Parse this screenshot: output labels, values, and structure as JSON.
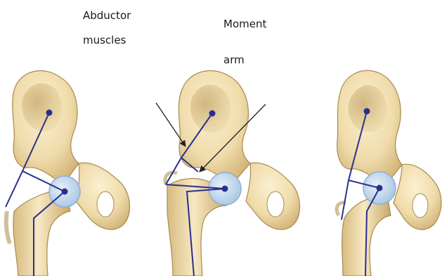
{
  "labels": {
    "abductor_line1": "Abductor",
    "abductor_line2": "muscles",
    "moment_line1": "Moment",
    "moment_line2": "arm"
  },
  "colors": {
    "bone": "#f3e3ba",
    "bone_shadow": "#c9ac6f",
    "bone_dark": "#8f7032",
    "cartilage": "#c9dcee",
    "cartilage_edge": "#8fb0d2",
    "lever_line": "#2a2f8f",
    "arrow": "#222222",
    "text": "#1a1a1a"
  },
  "panels": [
    {
      "name": "hip-panel-left"
    },
    {
      "name": "hip-panel-middle"
    },
    {
      "name": "hip-panel-right"
    }
  ]
}
